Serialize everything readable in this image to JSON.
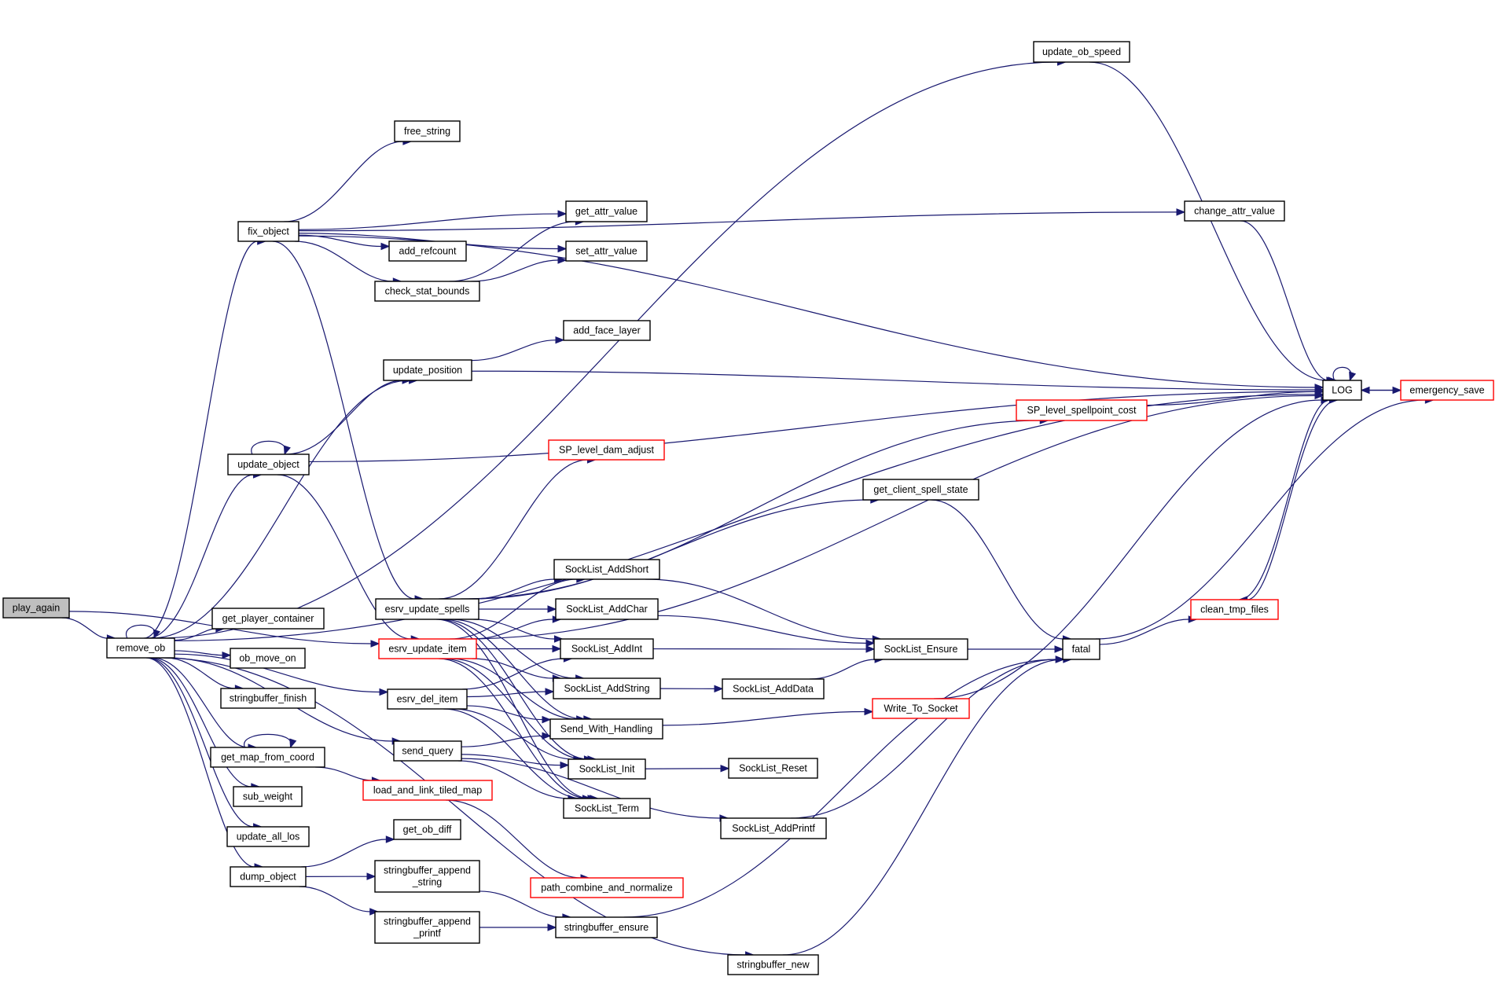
{
  "title": "play_again call graph",
  "colors": {
    "edge": "#191970",
    "root_fill": "#bfbfbf",
    "truncated_border": "#ff0000",
    "node_border": "#000000"
  },
  "nodes": [
    {
      "id": "play_again",
      "label": "play_again",
      "kind": "root"
    },
    {
      "id": "remove_ob",
      "label": "remove_ob",
      "kind": "normal"
    },
    {
      "id": "fix_object",
      "label": "fix_object",
      "kind": "normal"
    },
    {
      "id": "free_string",
      "label": "free_string",
      "kind": "normal"
    },
    {
      "id": "get_attr_value",
      "label": "get_attr_value",
      "kind": "normal"
    },
    {
      "id": "add_refcount",
      "label": "add_refcount",
      "kind": "normal"
    },
    {
      "id": "set_attr_value",
      "label": "set_attr_value",
      "kind": "normal"
    },
    {
      "id": "check_stat_bounds",
      "label": "check_stat_bounds",
      "kind": "normal"
    },
    {
      "id": "update_ob_speed",
      "label": "update_ob_speed",
      "kind": "normal"
    },
    {
      "id": "change_attr_value",
      "label": "change_attr_value",
      "kind": "normal"
    },
    {
      "id": "update_position",
      "label": "update_position",
      "kind": "normal"
    },
    {
      "id": "add_face_layer",
      "label": "add_face_layer",
      "kind": "normal"
    },
    {
      "id": "update_object",
      "label": "update_object",
      "kind": "normal"
    },
    {
      "id": "LOG",
      "label": "LOG",
      "kind": "normal"
    },
    {
      "id": "emergency_save",
      "label": "emergency_save",
      "kind": "truncated"
    },
    {
      "id": "SP_level_spellpoint_cost",
      "label": "SP_level_spellpoint_cost",
      "kind": "truncated"
    },
    {
      "id": "SP_level_dam_adjust",
      "label": "SP_level_dam_adjust",
      "kind": "truncated"
    },
    {
      "id": "get_client_spell_state",
      "label": "get_client_spell_state",
      "kind": "normal"
    },
    {
      "id": "esrv_update_spells",
      "label": "esrv_update_spells",
      "kind": "normal"
    },
    {
      "id": "esrv_update_item",
      "label": "esrv_update_item",
      "kind": "truncated"
    },
    {
      "id": "esrv_del_item",
      "label": "esrv_del_item",
      "kind": "normal"
    },
    {
      "id": "send_query",
      "label": "send_query",
      "kind": "normal"
    },
    {
      "id": "SockList_AddShort",
      "label": "SockList_AddShort",
      "kind": "normal"
    },
    {
      "id": "SockList_AddChar",
      "label": "SockList_AddChar",
      "kind": "normal"
    },
    {
      "id": "SockList_AddInt",
      "label": "SockList_AddInt",
      "kind": "normal"
    },
    {
      "id": "SockList_AddString",
      "label": "SockList_AddString",
      "kind": "normal"
    },
    {
      "id": "Send_With_Handling",
      "label": "Send_With_Handling",
      "kind": "normal"
    },
    {
      "id": "SockList_Init",
      "label": "SockList_Init",
      "kind": "normal"
    },
    {
      "id": "SockList_Term",
      "label": "SockList_Term",
      "kind": "normal"
    },
    {
      "id": "SockList_Ensure",
      "label": "SockList_Ensure",
      "kind": "normal"
    },
    {
      "id": "SockList_AddData",
      "label": "SockList_AddData",
      "kind": "normal"
    },
    {
      "id": "Write_To_Socket",
      "label": "Write_To_Socket",
      "kind": "truncated"
    },
    {
      "id": "SockList_Reset",
      "label": "SockList_Reset",
      "kind": "normal"
    },
    {
      "id": "SockList_AddPrintf",
      "label": "SockList_AddPrintf",
      "kind": "normal"
    },
    {
      "id": "fatal",
      "label": "fatal",
      "kind": "normal"
    },
    {
      "id": "clean_tmp_files",
      "label": "clean_tmp_files",
      "kind": "truncated"
    },
    {
      "id": "get_player_container",
      "label": "get_player_container",
      "kind": "normal"
    },
    {
      "id": "ob_move_on",
      "label": "ob_move_on",
      "kind": "normal"
    },
    {
      "id": "stringbuffer_finish",
      "label": "stringbuffer_finish",
      "kind": "normal"
    },
    {
      "id": "get_map_from_coord",
      "label": "get_map_from_coord",
      "kind": "normal"
    },
    {
      "id": "load_and_link_tiled_map",
      "label": "load_and_link_tiled_map",
      "kind": "truncated"
    },
    {
      "id": "sub_weight",
      "label": "sub_weight",
      "kind": "normal"
    },
    {
      "id": "update_all_los",
      "label": "update_all_los",
      "kind": "normal"
    },
    {
      "id": "dump_object",
      "label": "dump_object",
      "kind": "normal"
    },
    {
      "id": "get_ob_diff",
      "label": "get_ob_diff",
      "kind": "normal"
    },
    {
      "id": "stringbuffer_append_string",
      "label": "stringbuffer_append\n_string",
      "kind": "normal"
    },
    {
      "id": "stringbuffer_append_printf",
      "label": "stringbuffer_append\n_printf",
      "kind": "normal"
    },
    {
      "id": "path_combine_and_normalize",
      "label": "path_combine_and_normalize",
      "kind": "truncated"
    },
    {
      "id": "stringbuffer_ensure",
      "label": "stringbuffer_ensure",
      "kind": "normal"
    },
    {
      "id": "stringbuffer_new",
      "label": "stringbuffer_new",
      "kind": "normal"
    }
  ],
  "edges": [
    [
      "play_again",
      "remove_ob"
    ],
    [
      "play_again",
      "esrv_update_item"
    ],
    [
      "remove_ob",
      "remove_ob"
    ],
    [
      "remove_ob",
      "LOG"
    ],
    [
      "remove_ob",
      "update_ob_speed"
    ],
    [
      "remove_ob",
      "fix_object"
    ],
    [
      "remove_ob",
      "update_position"
    ],
    [
      "remove_ob",
      "update_object"
    ],
    [
      "remove_ob",
      "get_player_container"
    ],
    [
      "remove_ob",
      "ob_move_on"
    ],
    [
      "remove_ob",
      "stringbuffer_finish"
    ],
    [
      "remove_ob",
      "get_map_from_coord"
    ],
    [
      "remove_ob",
      "sub_weight"
    ],
    [
      "remove_ob",
      "update_all_los"
    ],
    [
      "remove_ob",
      "dump_object"
    ],
    [
      "remove_ob",
      "stringbuffer_new"
    ],
    [
      "remove_ob",
      "esrv_del_item"
    ],
    [
      "remove_ob",
      "send_query"
    ],
    [
      "fix_object",
      "LOG"
    ],
    [
      "fix_object",
      "free_string"
    ],
    [
      "fix_object",
      "change_attr_value"
    ],
    [
      "fix_object",
      "get_attr_value"
    ],
    [
      "fix_object",
      "add_refcount"
    ],
    [
      "fix_object",
      "check_stat_bounds"
    ],
    [
      "fix_object",
      "set_attr_value"
    ],
    [
      "fix_object",
      "esrv_update_spells"
    ],
    [
      "check_stat_bounds",
      "get_attr_value"
    ],
    [
      "check_stat_bounds",
      "set_attr_value"
    ],
    [
      "update_ob_speed",
      "LOG"
    ],
    [
      "change_attr_value",
      "LOG"
    ],
    [
      "update_position",
      "LOG"
    ],
    [
      "update_position",
      "add_face_layer"
    ],
    [
      "update_object",
      "update_object"
    ],
    [
      "update_object",
      "update_position"
    ],
    [
      "update_object",
      "LOG"
    ],
    [
      "update_object",
      "esrv_update_item"
    ],
    [
      "LOG",
      "LOG"
    ],
    [
      "LOG",
      "emergency_save"
    ],
    [
      "LOG",
      "clean_tmp_files"
    ],
    [
      "emergency_save",
      "LOG"
    ],
    [
      "SP_level_spellpoint_cost",
      "LOG"
    ],
    [
      "esrv_update_spells",
      "SP_level_spellpoint_cost"
    ],
    [
      "esrv_update_spells",
      "SP_level_dam_adjust"
    ],
    [
      "esrv_update_spells",
      "get_client_spell_state"
    ],
    [
      "esrv_update_spells",
      "SockList_AddShort"
    ],
    [
      "esrv_update_spells",
      "SockList_AddChar"
    ],
    [
      "esrv_update_spells",
      "SockList_AddInt"
    ],
    [
      "esrv_update_spells",
      "SockList_AddString"
    ],
    [
      "esrv_update_spells",
      "Send_With_Handling"
    ],
    [
      "esrv_update_spells",
      "SockList_Init"
    ],
    [
      "esrv_update_spells",
      "SockList_Term"
    ],
    [
      "esrv_update_item",
      "LOG"
    ],
    [
      "esrv_update_item",
      "SockList_AddShort"
    ],
    [
      "esrv_update_item",
      "SockList_AddChar"
    ],
    [
      "esrv_update_item",
      "SockList_AddInt"
    ],
    [
      "esrv_update_item",
      "SockList_AddString"
    ],
    [
      "esrv_update_item",
      "Send_With_Handling"
    ],
    [
      "esrv_update_item",
      "SockList_Init"
    ],
    [
      "esrv_update_item",
      "SockList_Term"
    ],
    [
      "esrv_del_item",
      "SockList_AddInt"
    ],
    [
      "esrv_del_item",
      "SockList_AddString"
    ],
    [
      "esrv_del_item",
      "Send_With_Handling"
    ],
    [
      "esrv_del_item",
      "SockList_Init"
    ],
    [
      "esrv_del_item",
      "SockList_Term"
    ],
    [
      "send_query",
      "Send_With_Handling"
    ],
    [
      "send_query",
      "SockList_Init"
    ],
    [
      "send_query",
      "SockList_Term"
    ],
    [
      "send_query",
      "SockList_AddPrintf"
    ],
    [
      "get_client_spell_state",
      "fatal"
    ],
    [
      "SockList_AddShort",
      "SockList_Ensure"
    ],
    [
      "SockList_AddChar",
      "SockList_Ensure"
    ],
    [
      "SockList_AddInt",
      "SockList_Ensure"
    ],
    [
      "SockList_AddString",
      "SockList_AddData"
    ],
    [
      "SockList_AddData",
      "SockList_Ensure"
    ],
    [
      "SockList_Ensure",
      "fatal"
    ],
    [
      "Send_With_Handling",
      "Write_To_Socket"
    ],
    [
      "Write_To_Socket",
      "LOG"
    ],
    [
      "SockList_Init",
      "SockList_Reset"
    ],
    [
      "SockList_AddPrintf",
      "fatal"
    ],
    [
      "fatal",
      "clean_tmp_files"
    ],
    [
      "fatal",
      "emergency_save"
    ],
    [
      "clean_tmp_files",
      "LOG"
    ],
    [
      "get_map_from_coord",
      "get_map_from_coord"
    ],
    [
      "get_map_from_coord",
      "load_and_link_tiled_map"
    ],
    [
      "load_and_link_tiled_map",
      "path_combine_and_normalize"
    ],
    [
      "dump_object",
      "get_ob_diff"
    ],
    [
      "dump_object",
      "stringbuffer_append_string"
    ],
    [
      "dump_object",
      "stringbuffer_append_printf"
    ],
    [
      "stringbuffer_append_string",
      "stringbuffer_ensure"
    ],
    [
      "stringbuffer_append_printf",
      "stringbuffer_ensure"
    ],
    [
      "stringbuffer_ensure",
      "fatal"
    ],
    [
      "stringbuffer_new",
      "fatal"
    ]
  ]
}
